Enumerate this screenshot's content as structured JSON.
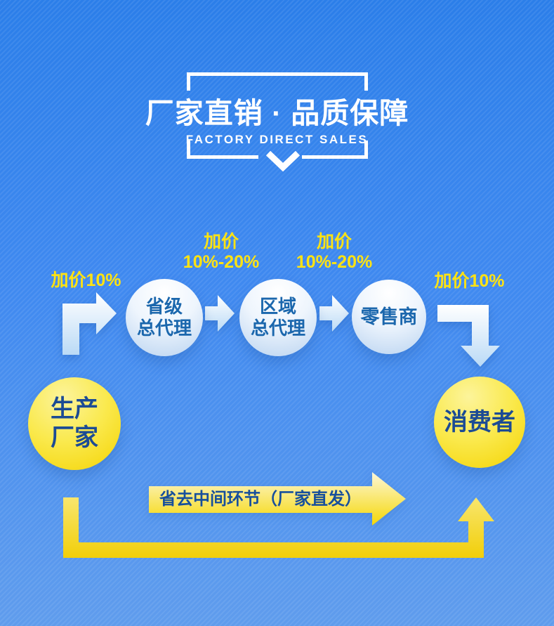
{
  "header": {
    "title": "厂家直销 · 品质保障",
    "subtitle": "FACTORY DIRECT SALES"
  },
  "flow": {
    "markup_left": "加价10%",
    "markup_mid1": {
      "line1": "加价",
      "line2": "10%-20%"
    },
    "markup_mid2": {
      "line1": "加价",
      "line2": "10%-20%"
    },
    "markup_right": "加价10%",
    "node_provincial": {
      "line1": "省级",
      "line2": "总代理"
    },
    "node_regional": {
      "line1": "区域",
      "line2": "总代理"
    },
    "node_retailer": "零售商",
    "node_factory": {
      "line1": "生产",
      "line2": "厂家"
    },
    "node_consumer": "消费者",
    "direct_label": "省去中间环节（厂家直发）"
  },
  "colors": {
    "background_blue": "#3a86ee",
    "accent_yellow": "#ffe312",
    "light_node_text_blue": "#1b67ad",
    "yellow_node_text_blue": "#1c4b94",
    "white": "#ffffff",
    "path_yellow": "#f5d403"
  }
}
